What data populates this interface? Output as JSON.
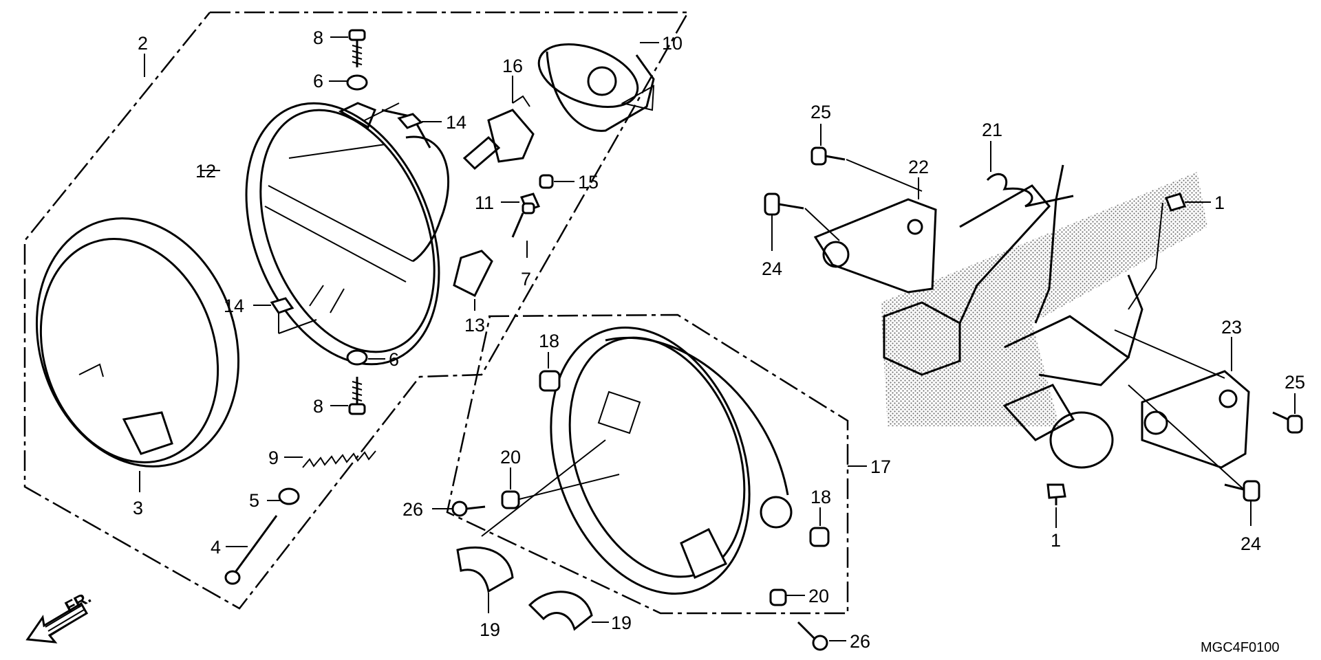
{
  "diagram": {
    "code": "MGC4F0100",
    "front_label": "FR.",
    "callouts": [
      {
        "id": "c2",
        "label": "2"
      },
      {
        "id": "c3",
        "label": "3"
      },
      {
        "id": "c4",
        "label": "4"
      },
      {
        "id": "c5",
        "label": "5"
      },
      {
        "id": "c6a",
        "label": "6"
      },
      {
        "id": "c6b",
        "label": "6"
      },
      {
        "id": "c7",
        "label": "7"
      },
      {
        "id": "c8a",
        "label": "8"
      },
      {
        "id": "c8b",
        "label": "8"
      },
      {
        "id": "c9",
        "label": "9"
      },
      {
        "id": "c10",
        "label": "10"
      },
      {
        "id": "c11",
        "label": "11"
      },
      {
        "id": "c12",
        "label": "12"
      },
      {
        "id": "c13",
        "label": "13"
      },
      {
        "id": "c14a",
        "label": "14"
      },
      {
        "id": "c14b",
        "label": "14"
      },
      {
        "id": "c15",
        "label": "15"
      },
      {
        "id": "c16",
        "label": "16"
      },
      {
        "id": "c17",
        "label": "17"
      },
      {
        "id": "c18a",
        "label": "18"
      },
      {
        "id": "c18b",
        "label": "18"
      },
      {
        "id": "c19a",
        "label": "19"
      },
      {
        "id": "c19b",
        "label": "19"
      },
      {
        "id": "c20a",
        "label": "20"
      },
      {
        "id": "c20b",
        "label": "20"
      },
      {
        "id": "c21",
        "label": "21"
      },
      {
        "id": "c22",
        "label": "22"
      },
      {
        "id": "c23",
        "label": "23"
      },
      {
        "id": "c24a",
        "label": "24"
      },
      {
        "id": "c24b",
        "label": "24"
      },
      {
        "id": "c25a",
        "label": "25"
      },
      {
        "id": "c25b",
        "label": "25"
      },
      {
        "id": "c26a",
        "label": "26"
      },
      {
        "id": "c26b",
        "label": "26"
      },
      {
        "id": "c1a",
        "label": "1"
      },
      {
        "id": "c1b",
        "label": "1"
      }
    ]
  }
}
